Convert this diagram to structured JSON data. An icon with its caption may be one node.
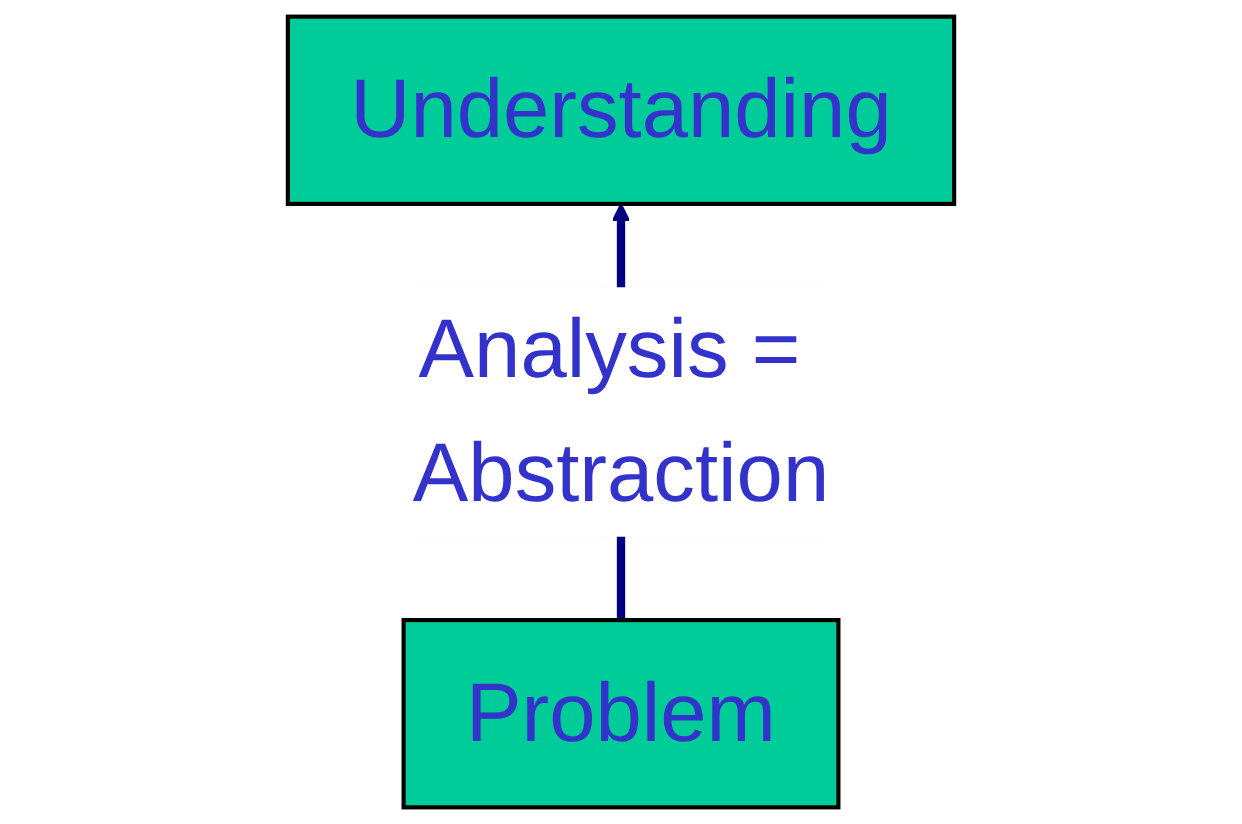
{
  "diagram": {
    "nodes": [
      {
        "text": [
          "Understanding"
        ]
      },
      {
        "text": [
          "Problem"
        ]
      }
    ],
    "edges": [
      {
        "from": 1,
        "to": 0,
        "arrow": "to",
        "label": "Analysis = Abstraction"
      }
    ]
  }
}
